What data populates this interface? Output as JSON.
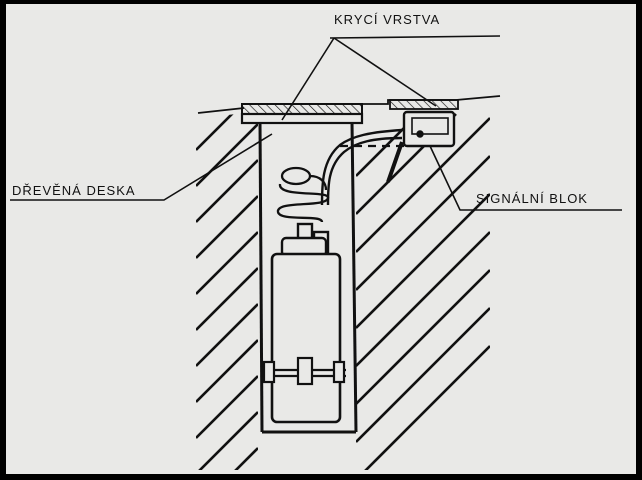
{
  "labels": {
    "top": "KRYCÍ VRSTVA",
    "left": "DŘEVĚNÁ DESKA",
    "right": "SIGNÁLNÍ BLOK"
  },
  "colors": {
    "background": "#000000",
    "paper": "#e9e9e7",
    "ink": "#111111"
  }
}
